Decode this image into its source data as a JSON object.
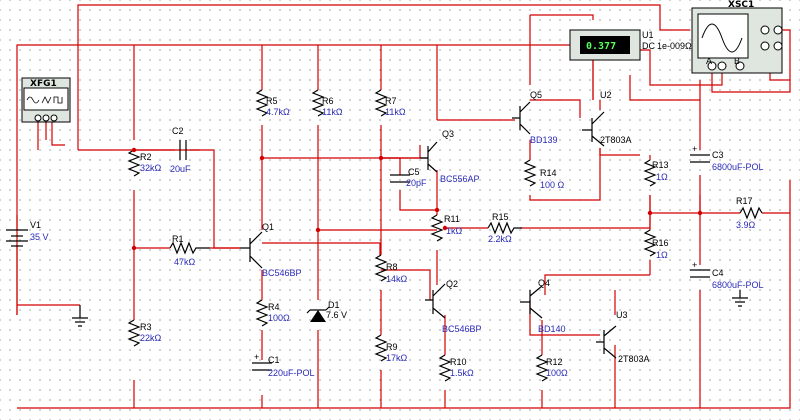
{
  "instruments": {
    "function_generator": {
      "name": "XFG1"
    },
    "oscilloscope": {
      "name": "XSC1",
      "channel_labels": [
        "A",
        "B"
      ]
    },
    "multimeter": {
      "ref": "U1",
      "reading": "0.377",
      "mode": "DC",
      "resistance": "1e-009Ω"
    }
  },
  "sources": {
    "v1": {
      "ref": "V1",
      "value": "35 V"
    },
    "d1": {
      "ref": "D1",
      "value": "7.6 V"
    }
  },
  "resistors": [
    {
      "ref": "R1",
      "value": "47kΩ"
    },
    {
      "ref": "R2",
      "value": "32kΩ"
    },
    {
      "ref": "R3",
      "value": "22kΩ"
    },
    {
      "ref": "R4",
      "value": "100Ω"
    },
    {
      "ref": "R5",
      "value": "4.7kΩ"
    },
    {
      "ref": "R6",
      "value": "11kΩ"
    },
    {
      "ref": "R7",
      "value": "11kΩ"
    },
    {
      "ref": "R8",
      "value": "14kΩ"
    },
    {
      "ref": "R9",
      "value": "17kΩ"
    },
    {
      "ref": "R10",
      "value": "1.5kΩ"
    },
    {
      "ref": "R11",
      "value": "1kΩ"
    },
    {
      "ref": "R12",
      "value": "100Ω"
    },
    {
      "ref": "R13",
      "value": "1Ω"
    },
    {
      "ref": "R14",
      "value": "100 Ω"
    },
    {
      "ref": "R15",
      "value": "2.2kΩ"
    },
    {
      "ref": "R16",
      "value": "1Ω"
    },
    {
      "ref": "R17",
      "value": "3.9Ω"
    }
  ],
  "capacitors": [
    {
      "ref": "C1",
      "value": "220uF-POL"
    },
    {
      "ref": "C2",
      "value": "20uF"
    },
    {
      "ref": "C3",
      "value": "6800uF-POL"
    },
    {
      "ref": "C4",
      "value": "6800uF-POL"
    },
    {
      "ref": "C5",
      "value": "20pF"
    }
  ],
  "transistors": [
    {
      "ref": "Q1",
      "part": "BC546BP"
    },
    {
      "ref": "Q2",
      "part": "BC546BP"
    },
    {
      "ref": "Q3",
      "part": "BC556AP"
    },
    {
      "ref": "Q4",
      "part": "BD140"
    },
    {
      "ref": "Q5",
      "part": "BD139"
    },
    {
      "ref": "U2",
      "part": "2T803A"
    },
    {
      "ref": "U3",
      "part": "2T803A"
    }
  ],
  "colors": {
    "wire": "#d40000",
    "component": "#000000",
    "value_text": "#2a2ab8",
    "meter_display": "#5aff5a",
    "instrument_body": "#dfe6df"
  }
}
